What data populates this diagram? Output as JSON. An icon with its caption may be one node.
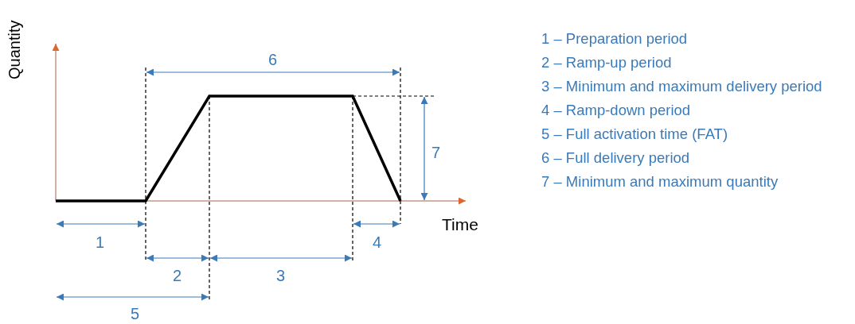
{
  "diagram": {
    "labels": [
      "Quantity",
      "6",
      "7",
      "Time",
      "1",
      "4",
      "2",
      "3",
      "5",
      "1 – Preparation period",
      "2 – Ramp-up period",
      "3 – Minimum and maximum delivery period",
      "4 – Ramp-down period",
      "5 – Full activation time (FAT)",
      "6 – Full delivery period",
      "7 – Minimum and maximum quantity"
    ]
  }
}
